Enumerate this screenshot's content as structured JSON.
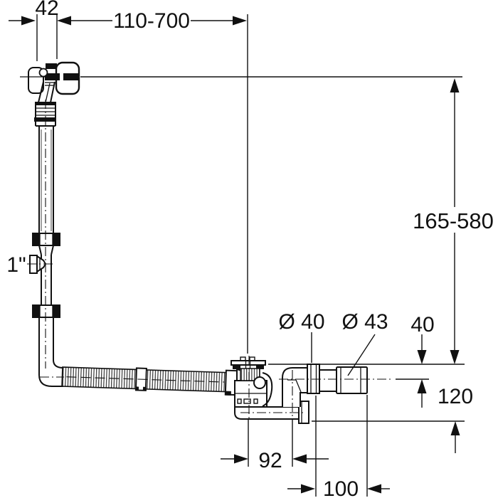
{
  "diagram": {
    "background_color": "#ffffff",
    "line_color": "#111111",
    "labels": {
      "overflow_depth": "42",
      "cable_length_range": "110-700",
      "installation_height_range": "165-580",
      "side_connection": "1\"",
      "outlet_diameter": "Ø 40",
      "connector_diameter": "Ø 43",
      "outlet_axis_offset": "40",
      "trap_height": "120",
      "trap_horizontal_offset": "92",
      "outlet_projection": "100"
    }
  }
}
